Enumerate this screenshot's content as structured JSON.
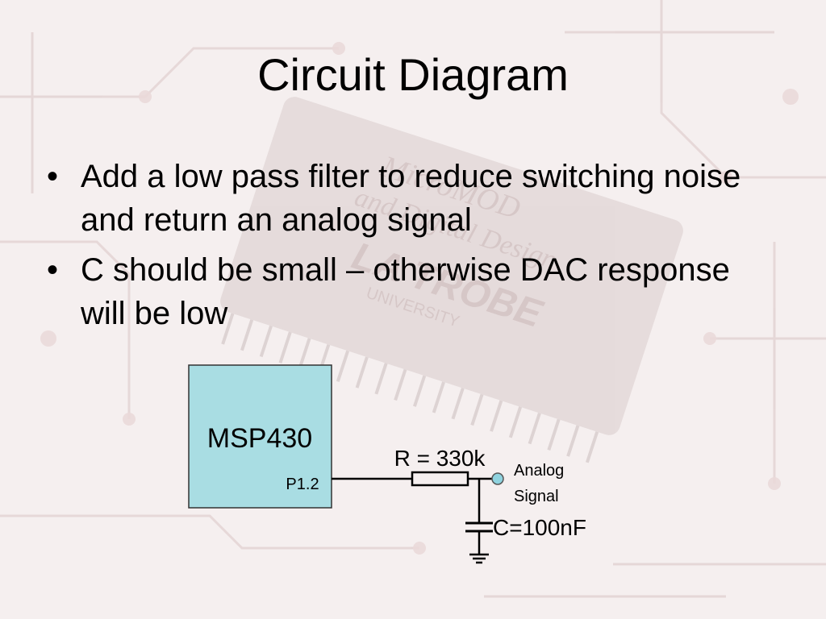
{
  "slide": {
    "title": "Circuit Diagram",
    "bullets": [
      {
        "marker": "•",
        "text": "Add a low pass filter to reduce switching noise and return an analog signal"
      },
      {
        "marker": "•",
        "text": "C should be small – otherwise DAC response will be low"
      }
    ]
  },
  "diagram": {
    "chip_label": "MSP430",
    "pin_label": "P1.2",
    "resistor_label": "R = 330k",
    "output_label_line1": "Analog",
    "output_label_line2": "Signal",
    "capacitor_label": "C=100nF"
  },
  "background": {
    "watermark_line1": "MicroMOD",
    "watermark_line2": "and Digital Design",
    "watermark_brand": "LA TROBE",
    "watermark_sub": "UNIVERSITY"
  },
  "colors": {
    "chip_fill": "#a9dde3",
    "chip_stroke": "#333333",
    "wire": "#000000",
    "terminal": "#8fd3df",
    "background": "#f4eeee"
  }
}
